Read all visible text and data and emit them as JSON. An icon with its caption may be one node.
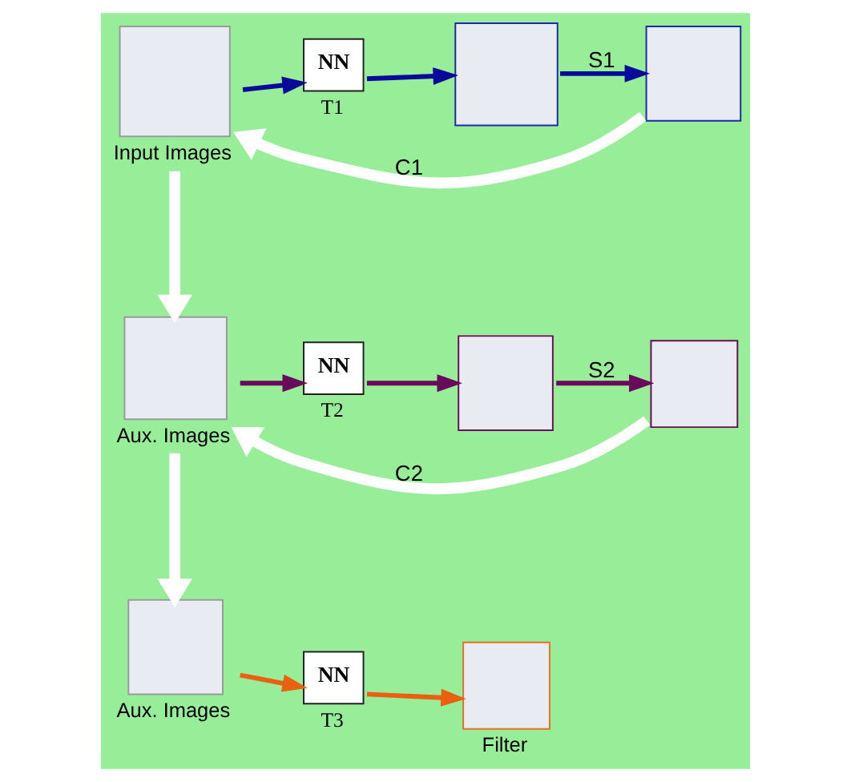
{
  "diagram": {
    "nodes": [
      {
        "text": [],
        "shape": "box",
        "beside": [
          "Input Images"
        ]
      },
      {
        "text": [
          "NN"
        ],
        "beside": [
          "T1"
        ]
      },
      {
        "text": [],
        "shape": "box"
      },
      {
        "text": [],
        "shape": "box"
      },
      {
        "text": [],
        "shape": "box",
        "beside": [
          "Aux. Images"
        ]
      },
      {
        "text": [
          "NN"
        ],
        "beside": [
          "T2"
        ]
      },
      {
        "text": [],
        "shape": "box"
      },
      {
        "text": [],
        "shape": "box"
      },
      {
        "text": [],
        "shape": "box",
        "beside": [
          "Aux. Images"
        ]
      },
      {
        "text": [
          "NN"
        ],
        "beside": [
          "T3"
        ]
      },
      {
        "text": [],
        "shape": "box",
        "beside": [
          "Filter"
        ]
      }
    ],
    "edges": [
      {
        "from": 0,
        "to": 1,
        "arrow": "to",
        "color": "#0a0a9a"
      },
      {
        "from": 1,
        "to": 2,
        "arrow": "to",
        "color": "#0a0a9a"
      },
      {
        "from": 2,
        "to": 3,
        "arrow": "to",
        "label": "S1",
        "color": "#0a0a9a"
      },
      {
        "from": 3,
        "to": 0,
        "arrow": "to",
        "label": "C1",
        "style": "thick",
        "color": "#ffffff"
      },
      {
        "from": 0,
        "to": 4,
        "arrow": "to",
        "style": "thick",
        "color": "#ffffff"
      },
      {
        "from": 7,
        "to": 4,
        "arrow": "to",
        "label": "C2",
        "style": "thick",
        "color": "#ffffff"
      },
      {
        "from": 4,
        "to": 5,
        "arrow": "to",
        "color": "#6a0a5a"
      },
      {
        "from": 5,
        "to": 6,
        "arrow": "to",
        "color": "#6a0a5a"
      },
      {
        "from": 6,
        "to": 7,
        "arrow": "to",
        "label": "S2",
        "color": "#6a0a5a"
      },
      {
        "from": 4,
        "to": 8,
        "arrow": "to",
        "style": "thick",
        "color": "#ffffff"
      },
      {
        "from": 8,
        "to": 9,
        "arrow": "to",
        "color": "#e86010"
      },
      {
        "from": 9,
        "to": 10,
        "arrow": "to",
        "color": "#e86010"
      }
    ]
  }
}
